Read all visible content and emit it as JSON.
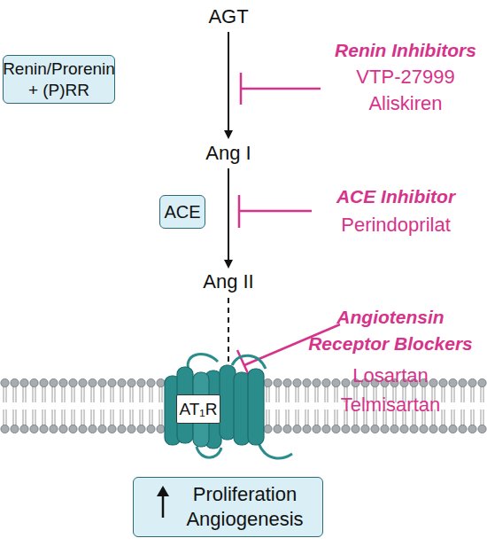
{
  "diagram": {
    "nodes": [
      {
        "text": [
          "Renin/Prorenin + (P)RR"
        ]
      },
      {
        "text": [
          "ACE"
        ]
      },
      {
        "text": [
          "AT₁R"
        ]
      },
      {
        "text": [
          "Proliferation Angiogenesis"
        ]
      }
    ],
    "labels": [
      "AGT",
      "Ang I",
      "Ang II",
      "Renin Inhibitors",
      "VTP-27999",
      "Aliskiren",
      "ACE Inhibitor",
      "Perindoprilat",
      "Angiotensin Receptor Blockers",
      "Losartan",
      "Telmisartan"
    ]
  }
}
